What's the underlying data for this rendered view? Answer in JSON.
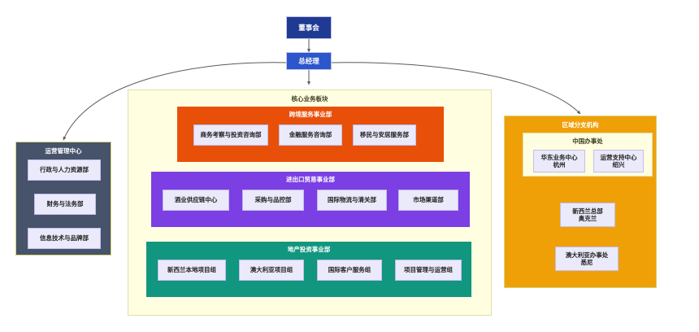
{
  "diagram": {
    "type": "org-chart",
    "title_visible": false
  },
  "top": {
    "board": {
      "label": "董事会"
    },
    "general_manager": {
      "label": "总经理"
    }
  },
  "core": {
    "title": "核心业务板块",
    "divisions": [
      {
        "id": "cross-border",
        "title": "跨境服务事业部",
        "color": "#E8500A",
        "units": [
          {
            "label": "商务考察与投资咨询部"
          },
          {
            "label": "金融服务咨询部"
          },
          {
            "label": "移民与安居服务部"
          }
        ]
      },
      {
        "id": "import-export",
        "title": "进出口贸易事业部",
        "color": "#7B3FE4",
        "units": [
          {
            "label": "酒业供应链中心"
          },
          {
            "label": "采购与品控部"
          },
          {
            "label": "国际物流与清关部"
          },
          {
            "label": "市场渠道部"
          }
        ]
      },
      {
        "id": "real-estate",
        "title": "地产投资事业部",
        "color": "#11967F",
        "units": [
          {
            "label": "新西兰本地项目组"
          },
          {
            "label": "澳大利亚项目组"
          },
          {
            "label": "国际客户服务组"
          },
          {
            "label": "项目管理与运营组"
          }
        ]
      }
    ]
  },
  "operations": {
    "title": "运营管理中心",
    "color": "#46536B",
    "units": [
      {
        "label": "行政与人力资源部"
      },
      {
        "label": "财务与法务部"
      },
      {
        "label": "信息技术与品牌部"
      }
    ]
  },
  "regions": {
    "title": "区域分支机构",
    "color": "#F0A007",
    "china_office": {
      "title": "中国办事处",
      "units": [
        {
          "label": "华东业务中心\n杭州"
        },
        {
          "label": "运营支持中心\n绍兴"
        }
      ]
    },
    "units": [
      {
        "label": "新西兰总部\n奥克兰"
      },
      {
        "label": "澳大利亚办事处\n悉尼"
      }
    ]
  },
  "edges": {
    "stroke": "#5a5a5a",
    "connections": [
      {
        "from": "董事会",
        "to": "总经理"
      },
      {
        "from": "总经理",
        "to": "运营管理中心"
      },
      {
        "from": "总经理",
        "to": "核心业务板块"
      },
      {
        "from": "总经理",
        "to": "区域分支机构"
      }
    ]
  }
}
